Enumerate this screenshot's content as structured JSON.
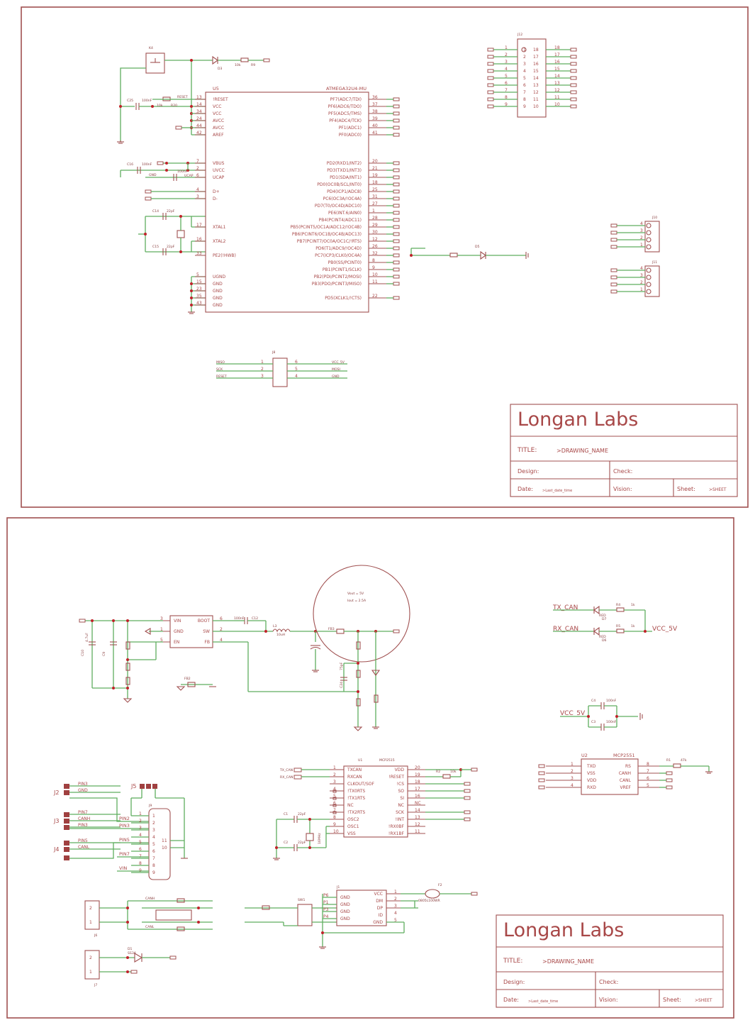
{
  "titleblock": {
    "company": "Longan Labs",
    "title_label": "TITLE:",
    "title_value": ">DRAWING_NAME",
    "design_label": "Design:",
    "check_label": "Check:",
    "date_label": "Date:",
    "date_value": ">Last_date_time",
    "vision_label": "Vision:",
    "sheet_label": "Sheet:",
    "sheet_value": ">SHEET"
  },
  "sheet1": {
    "u5": {
      "ref": "U5",
      "part": "ATMEGA32U4-MU",
      "left_pins": [
        {
          "num": "13",
          "name": "!RESET"
        },
        {
          "num": "14",
          "name": "VCC"
        },
        {
          "num": "34",
          "name": "VCC"
        },
        {
          "num": "24",
          "name": "AVCC"
        },
        {
          "num": "44",
          "name": "AVCC"
        },
        {
          "num": "42",
          "name": "AREF"
        },
        {
          "num": "7",
          "name": "VBUS"
        },
        {
          "num": "2",
          "name": "UVCC"
        },
        {
          "num": "6",
          "name": "UCAP"
        },
        {
          "num": "4",
          "name": "D+"
        },
        {
          "num": "3",
          "name": "D-"
        },
        {
          "num": "17",
          "name": "XTAL1"
        },
        {
          "num": "16",
          "name": "XTAL2"
        },
        {
          "num": "33",
          "name": "PE2(!HWB)"
        },
        {
          "num": "5",
          "name": "UGND"
        },
        {
          "num": "15",
          "name": "GND"
        },
        {
          "num": "23",
          "name": "GND"
        },
        {
          "num": "35",
          "name": "GND"
        },
        {
          "num": "43",
          "name": "GND"
        }
      ],
      "right_pins": [
        {
          "num": "36",
          "name": "PF7(ADC7/TDI)"
        },
        {
          "num": "37",
          "name": "PF6(ADC6/TDO)"
        },
        {
          "num": "38",
          "name": "PF5(ADC5/TMS)"
        },
        {
          "num": "39",
          "name": "PF4(ADC4/TCK)"
        },
        {
          "num": "40",
          "name": "PF1(ADC1)"
        },
        {
          "num": "41",
          "name": "PF0(ADC0)"
        },
        {
          "num": "20",
          "name": "PD2(RXD1/INT2)"
        },
        {
          "num": "21",
          "name": "PD3(TXD1/INT3)"
        },
        {
          "num": "19",
          "name": "PD1(SDA/INT1)"
        },
        {
          "num": "18",
          "name": "PD0(OC0B/SCL/INT0)"
        },
        {
          "num": "25",
          "name": "PD4(ICP1/ADC8)"
        },
        {
          "num": "31",
          "name": "PC6(OC3A/!OC4A)"
        },
        {
          "num": "27",
          "name": "PD7(T0/OC4D/ADC10)"
        },
        {
          "num": "1",
          "name": "PE6(INT.6/AIN0)"
        },
        {
          "num": "28",
          "name": "PB4(PCINT4/ADC11)"
        },
        {
          "num": "29",
          "name": "PB5(PCINT5/OC1A/ADC12/!OC4B)"
        },
        {
          "num": "30",
          "name": "PB6(PCINT6/OC1B/OC4B/ADC13)"
        },
        {
          "num": "12",
          "name": "PB7(PCINT7/OC0A/OC1C/!RTS)"
        },
        {
          "num": "26",
          "name": "PD6(T1/ADC9/!OC4D)"
        },
        {
          "num": "32",
          "name": "PC7(ICP3/CLK0/OC4A)"
        },
        {
          "num": "8",
          "name": "PB0(SS/PCINT0)"
        },
        {
          "num": "9",
          "name": "PB1(PCINT1/SCLK)"
        },
        {
          "num": "10",
          "name": "PB2(PDI/PCINT2/MOSI)"
        },
        {
          "num": "11",
          "name": "PB3(PDO/PCINT3/MISO)"
        },
        {
          "num": "22",
          "name": "PD5(XCLK1/!CTS)"
        }
      ]
    },
    "labels": {
      "k4": "K4",
      "d3": "D3",
      "r9": "R9",
      "r9_val": "10k",
      "c25": "C25",
      "c25_val": "100nF",
      "r20": "R20",
      "r20_val": "10k",
      "reset_net": "RESET",
      "c16": "C16",
      "c16_val": "100nF",
      "ucap_net": "UCAP",
      "gnd_net": "GND",
      "ucap_val": "100nF",
      "c14": "C14",
      "c14_val": "22pF",
      "c15": "C15",
      "c15_val": "22pF",
      "d5": "D5",
      "j12": "J12",
      "j10": "J10",
      "j11": "J11",
      "j8": "J8"
    },
    "j12_left": [
      "1",
      "2",
      "3",
      "4",
      "5",
      "6",
      "7",
      "8",
      "9"
    ],
    "j12_inner_a": [
      "1",
      "2",
      "3",
      "4",
      "5",
      "6",
      "7",
      "8",
      "9"
    ],
    "j12_inner_b": [
      "18",
      "17",
      "16",
      "15",
      "14",
      "13",
      "12",
      "11",
      "10"
    ],
    "j12_right": [
      "18",
      "17",
      "16",
      "15",
      "14",
      "13",
      "12",
      "11",
      "10"
    ],
    "j10_pins": [
      "4",
      "3",
      "2",
      "1"
    ],
    "j11_pins": [
      "4",
      "3",
      "2",
      "1"
    ],
    "j8": {
      "left_nets": [
        "MISO",
        "SCK",
        "RESET"
      ],
      "left_nums": [
        "1",
        "2",
        "3"
      ],
      "right_nums": [
        "6",
        "5",
        "4"
      ],
      "right_nets": [
        "VCC_5V",
        "MOSI",
        "GND"
      ]
    }
  },
  "sheet2": {
    "reg": {
      "left_pins": [
        {
          "num": "3",
          "name": "VIN"
        },
        {
          "num": "1",
          "name": "GND"
        },
        {
          "num": "5",
          "name": "EN"
        }
      ],
      "right_pins": [
        {
          "num": "6",
          "name": "BOOT"
        },
        {
          "num": "2",
          "name": "SW"
        },
        {
          "num": "4",
          "name": "FB"
        }
      ]
    },
    "vout_note": "Vout = 5V",
    "iout_note": "Iout = 2.5A",
    "labels": {
      "c12": "C12",
      "c12_val": "100nF",
      "l3": "L3",
      "l3_val": "10uH",
      "fb3": "FB3",
      "fb2": "FB2",
      "c24": "C24",
      "c24_val": "75pF",
      "c10": "C10",
      "c10_val": "4.7uF",
      "c9": "C9",
      "tx_can": "TX_CAN",
      "rx_can": "RX_CAN",
      "r4": "R4",
      "r4_val": "1k",
      "r5": "R5",
      "r5_val": "1k",
      "d7": "D7",
      "d6": "D6",
      "red": "RED",
      "vcc5v": "VCC_5V",
      "c4": "C4",
      "c3": "C3",
      "c_val": "100nF"
    },
    "u2": {
      "ref": "U2",
      "part": "MCP2551",
      "left_pins": [
        {
          "num": "1",
          "name": "TXD"
        },
        {
          "num": "2",
          "name": "VSS"
        },
        {
          "num": "3",
          "name": "VDD"
        },
        {
          "num": "4",
          "name": "RXD"
        }
      ],
      "right_pins": [
        {
          "num": "8",
          "name": "RS"
        },
        {
          "num": "7",
          "name": "CANH"
        },
        {
          "num": "6",
          "name": "CANL"
        },
        {
          "num": "5",
          "name": "VREF"
        }
      ],
      "r1": "R1",
      "r1_val": "47k"
    },
    "u1": {
      "ref": "U1",
      "part": "MCP2515",
      "left_pins": [
        {
          "num": "1",
          "name": "TXCAN"
        },
        {
          "num": "2",
          "name": "RXCAN"
        },
        {
          "num": "3",
          "name": "CLKOUT/SOF"
        },
        {
          "num": "4",
          "name": "!TX0RTS"
        },
        {
          "num": "5",
          "name": "!TX1RTS"
        },
        {
          "num": "6",
          "name": "NC"
        },
        {
          "num": "7",
          "name": "!TX2RTS"
        },
        {
          "num": "8",
          "name": "OSC2"
        },
        {
          "num": "9",
          "name": "OSC1"
        },
        {
          "num": "10",
          "name": "VSS"
        }
      ],
      "right_pins": [
        {
          "num": "20",
          "name": "VDD"
        },
        {
          "num": "19",
          "name": "!RESET"
        },
        {
          "num": "18",
          "name": "!CS"
        },
        {
          "num": "17",
          "name": "SO"
        },
        {
          "num": "16",
          "name": "SI"
        },
        {
          "num": "NC",
          "name": "NC"
        },
        {
          "num": "14",
          "name": "SCK"
        },
        {
          "num": "13",
          "name": "!INT"
        },
        {
          "num": "12",
          "name": "!RX0BF"
        },
        {
          "num": "11",
          "name": "!RX1BF"
        }
      ],
      "tx_can": "TX_CAN",
      "rx_can": "RX_CAN",
      "r2": "R2",
      "r2_val": "10k",
      "c1": "C1",
      "c1_val": "22pF",
      "c2": "C2",
      "c2_val": "22pF",
      "xtal": "16MHz"
    },
    "j2": "J2",
    "j3": "J3",
    "j4": "J4",
    "j5": "J5",
    "j9": "J9",
    "j2_nets": [
      "PIN3",
      "GND"
    ],
    "j3_nets": [
      "PIN7",
      "CANH",
      "PIN3"
    ],
    "j4_nets": [
      "PIN5",
      "CANL"
    ],
    "j9_nets": [
      "PIN2",
      "PIN3",
      "PIN5",
      "PIN7",
      "VIN"
    ],
    "j9_pins": [
      "1",
      "2",
      "3",
      "4",
      "5",
      "6",
      "7",
      "8",
      "9"
    ],
    "j9_extra": [
      "11",
      "10"
    ],
    "j6": "J6",
    "j7": "J7",
    "j6_pins": [
      "2",
      "1"
    ],
    "j7_pins": [
      "2",
      "1"
    ],
    "d1": "D1",
    "d1_val": "SS34",
    "sw1": "SW1",
    "j1": "J1",
    "j1_left": [
      "GND",
      "GND",
      "GND",
      "GND"
    ],
    "j1_left_p": [
      "P6",
      "P1",
      "P3",
      "P4"
    ],
    "j1_right": [
      "VCC",
      "DM",
      "DP",
      "ID",
      "GND"
    ],
    "j1_right_n": [
      "1",
      "2",
      "3",
      "4",
      "5"
    ],
    "f2": "F2",
    "f2_val": "0805L100WR",
    "canl": "CANL",
    "canh": "CANH"
  }
}
